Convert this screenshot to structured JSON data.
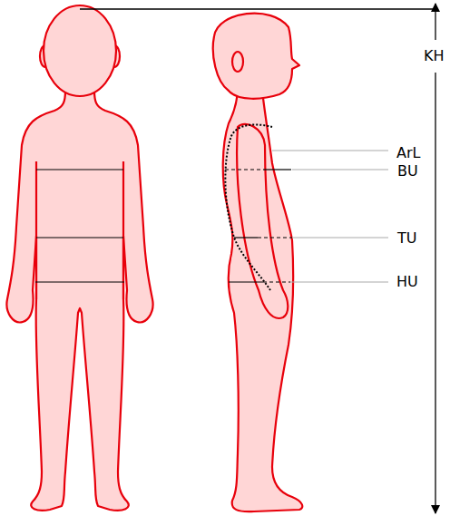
{
  "diagram": {
    "labels": [
      "KH",
      "ArL",
      "BU",
      "TU",
      "HU"
    ]
  }
}
